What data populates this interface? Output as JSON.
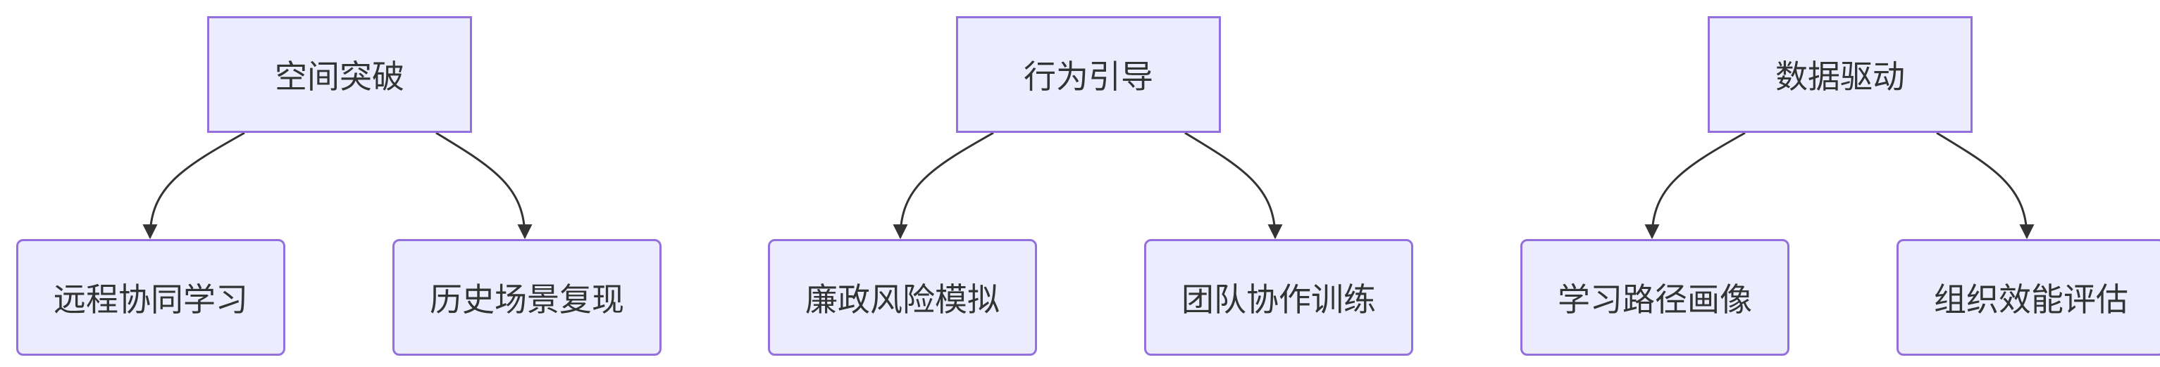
{
  "groups": [
    {
      "root": "空间突破",
      "children": [
        "远程协同学习",
        "历史场景复现"
      ]
    },
    {
      "root": "行为引导",
      "children": [
        "廉政风险模拟",
        "团队协作训练"
      ]
    },
    {
      "root": "数据驱动",
      "children": [
        "学习路径画像",
        "组织效能评估"
      ]
    }
  ],
  "colors": {
    "node_fill": "#ECECFF",
    "node_border": "#9370DB",
    "edge": "#333333",
    "text": "#333333"
  }
}
